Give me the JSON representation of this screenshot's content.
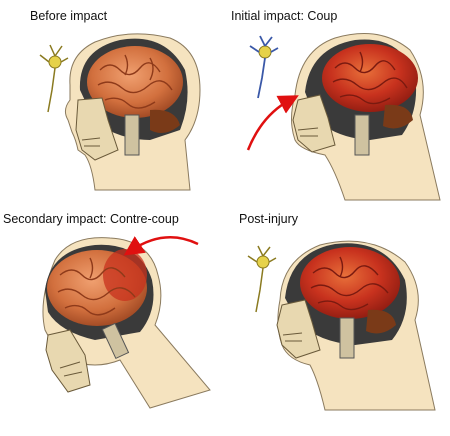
{
  "panels": [
    {
      "caption": "Before impact",
      "state": "normal"
    },
    {
      "caption": "Initial impact: Coup",
      "state": "coup"
    },
    {
      "caption": "Secondary impact: Contre-coup",
      "state": "contrecoup"
    },
    {
      "caption": "Post-injury",
      "state": "post-injury"
    }
  ],
  "colors": {
    "skin": "#f5e3bf",
    "skin_outline": "#8a7a5e",
    "brain": "#d2703e",
    "brain_injured": "#c8321e",
    "brain_fold": "#8e3a1a",
    "skull": "#3a3a3a",
    "bone": "#e8d8b0",
    "arrow": "#e01010",
    "neuron": "#e6d24a"
  }
}
